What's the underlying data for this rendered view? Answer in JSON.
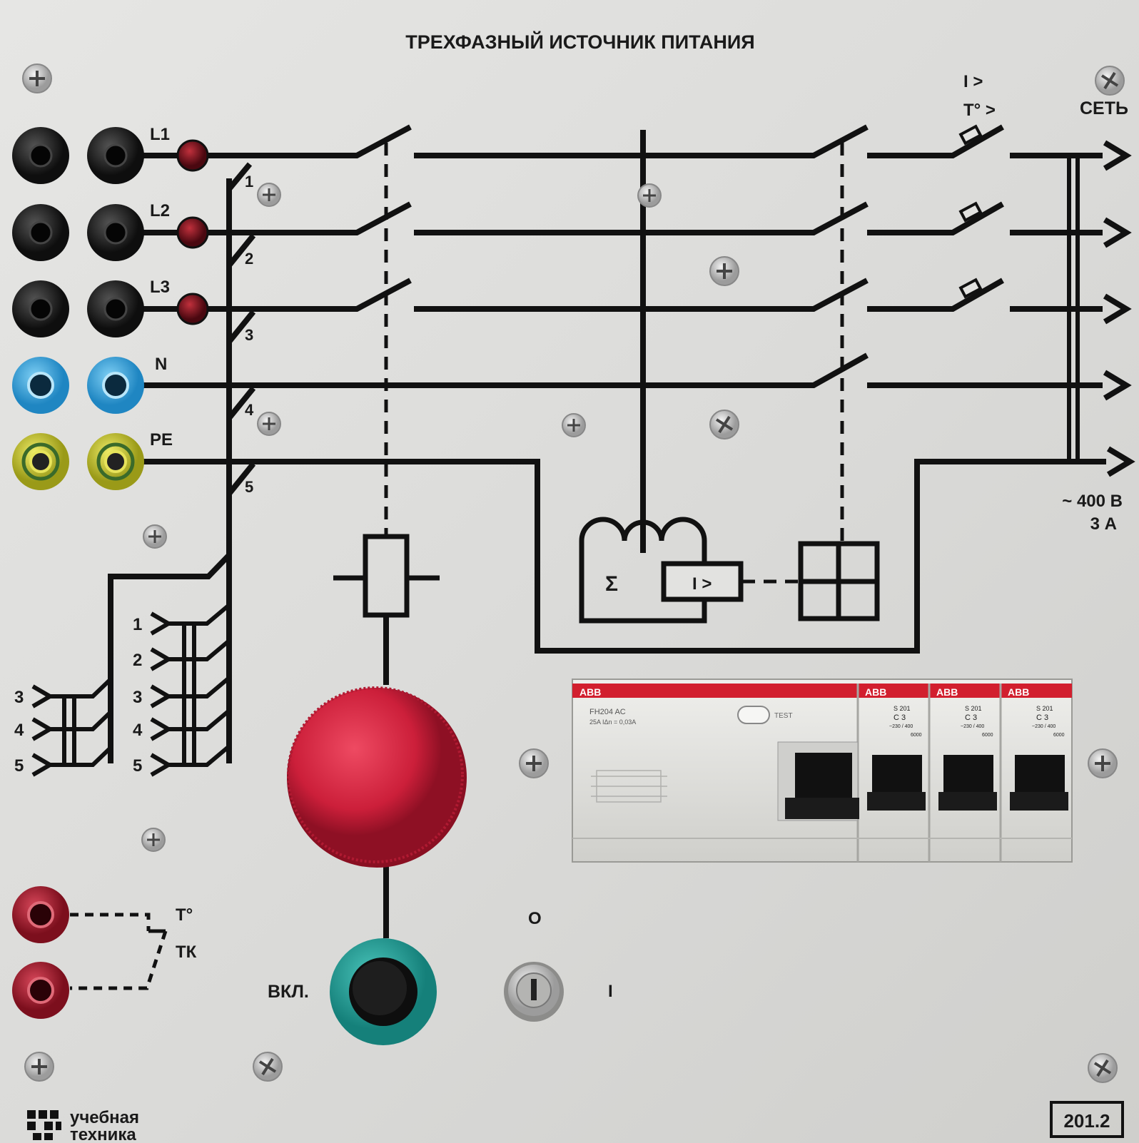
{
  "panel": {
    "title": "ТРЕХФАЗНЫЙ ИСТОЧНИК ПИТАНИЯ",
    "model_number": "201.2",
    "brand_line1": "учебная",
    "brand_line2": "техника"
  },
  "terminals": {
    "l1": "L1",
    "l2": "L2",
    "l3": "L3",
    "n": "N",
    "pe": "PE"
  },
  "tap_numbers": [
    "1",
    "2",
    "3",
    "4",
    "5"
  ],
  "selector_right": [
    "1",
    "2",
    "3",
    "4",
    "5"
  ],
  "selector_left": [
    "3",
    "4",
    "5"
  ],
  "breaker_symbols": {
    "overcurrent": "I >",
    "thermal": "T° >"
  },
  "output": {
    "label": "СЕТЬ",
    "voltage": "~ 400 В",
    "current": "3 А"
  },
  "rcd_symbol": {
    "sum": "Σ",
    "relay": "I >"
  },
  "thermal_contact": {
    "t_label": "T°",
    "tk_label": "ТК"
  },
  "controls": {
    "on_label": "ВКЛ.",
    "key_off": "О",
    "key_on": "I"
  },
  "breakers": {
    "brand": "ABB",
    "rcd_model": "FH204 AC",
    "rcd_rating": "25A  IΔn = 0,03A",
    "test_label": "TEST",
    "mcb_model": "S 201",
    "mcb_curve": "C 3",
    "mcb_voltage": "~230 / 400",
    "mcb_capacity": "6000"
  },
  "colors": {
    "panel": "#e2e2e0",
    "line": "#111111",
    "indicator_red": "#7a0f18",
    "socket_black": "#151515",
    "socket_blue": "#2f9fd8",
    "socket_yellow": "#d9d52a",
    "socket_red": "#a31a2c",
    "mushroom_red": "#d42640",
    "teal_ring": "#2aa6a0",
    "abb_red": "#d21f2e"
  }
}
